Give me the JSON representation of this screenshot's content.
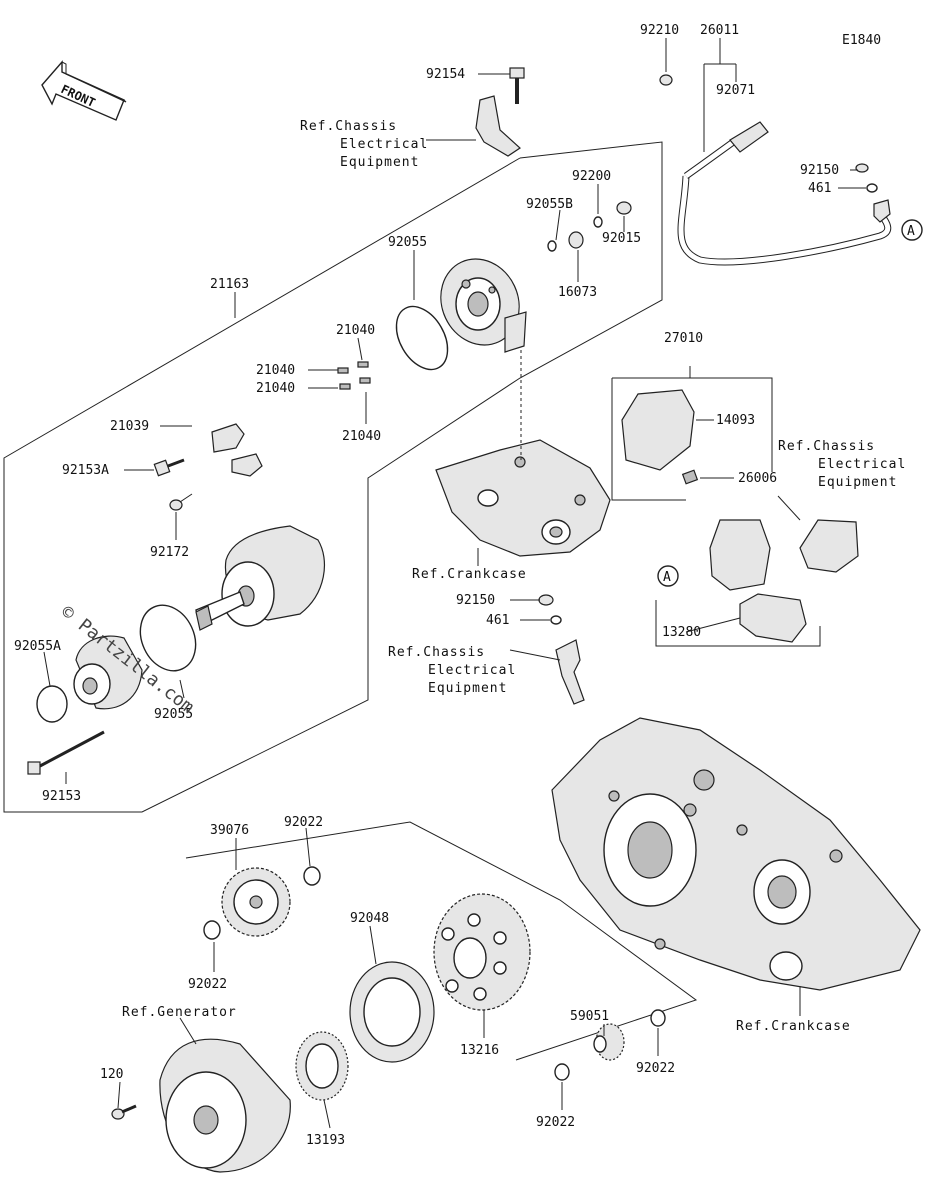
{
  "diagram_code": "E1840",
  "front_label": "FRONT",
  "watermark": "© Partzilla.com",
  "part_numbers": {
    "p92154": "92154",
    "p92210": "92210",
    "p26011": "26011",
    "p92071": "92071",
    "p92150_top": "92150",
    "p461_top": "461",
    "p92200": "92200",
    "p92055B": "92055B",
    "p16073": "16073",
    "p92015": "92015",
    "p21163": "21163",
    "p92055_top": "92055",
    "p21040_a": "21040",
    "p21040_b": "21040",
    "p21040_c": "21040",
    "p21040_d": "21040",
    "p21039": "21039",
    "p92153A": "92153A",
    "p92172": "92172",
    "p92055A": "92055A",
    "p92055_bottom": "92055",
    "p92153": "92153",
    "p27010": "27010",
    "p14093": "14093",
    "p26006": "26006",
    "p13280": "13280",
    "p92150_mid": "92150",
    "p461_mid": "461",
    "p39076": "39076",
    "p92022_a": "92022",
    "p92022_b": "92022",
    "p92048": "92048",
    "p13216": "13216",
    "p59051": "59051",
    "p92022_c": "92022",
    "p92022_d": "92022",
    "p120": "120",
    "p13193": "13193"
  },
  "callouts": {
    "a_right": "A",
    "a_mid": "A"
  },
  "references": {
    "chassis_top": [
      "Ref.Chassis",
      "Electrical",
      "Equipment"
    ],
    "chassis_right": [
      "Ref.Chassis",
      "Electrical",
      "Equipment"
    ],
    "chassis_mid": [
      "Ref.Chassis",
      "Electrical",
      "Equipment"
    ],
    "crankcase_mid": "Ref.Crankcase",
    "crankcase_bottom": "Ref.Crankcase",
    "generator": "Ref.Generator"
  }
}
